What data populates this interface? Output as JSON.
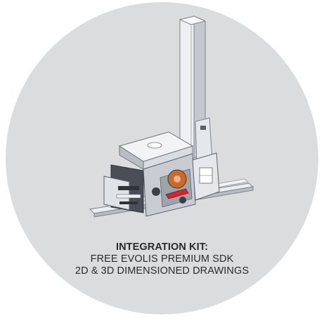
{
  "colors": {
    "disc": "#dadcdd",
    "text": "#2b2b2b",
    "metal_light": "#eaecef",
    "metal_mid": "#aeb3bb",
    "metal_dark": "#3b3f46",
    "accent_red": "#d2272c",
    "accent_orange": "#c86a2c"
  },
  "caption": {
    "heading": "INTEGRATION KIT:",
    "lines": [
      "FREE EVOLIS PREMIUM SDK",
      "2D & 3D DIMENSIONED DRAWINGS"
    ]
  }
}
